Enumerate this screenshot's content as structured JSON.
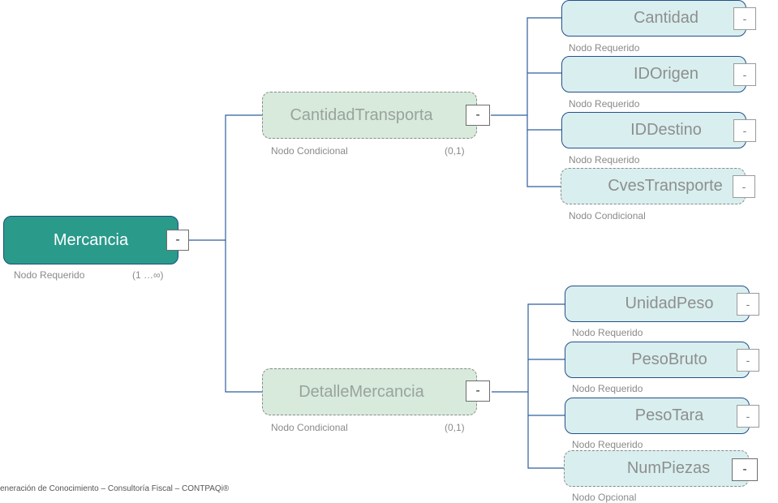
{
  "root": {
    "label": "Mercancia",
    "caption": "Nodo Requerido",
    "cardinality": "(1 …∞)",
    "toggle": "-"
  },
  "mid_nodes": [
    {
      "label": "CantidadTransporta",
      "caption": "Nodo Condicional",
      "cardinality": "(0,1)",
      "toggle": "-"
    },
    {
      "label": "DetalleMercancia",
      "caption": "Nodo Condicional",
      "cardinality": "(0,1)",
      "toggle": "-"
    }
  ],
  "leaf_nodes_top": [
    {
      "label": "Cantidad",
      "caption": "Nodo Requerido",
      "toggle": "-"
    },
    {
      "label": "IDOrigen",
      "caption": "Nodo Requerido",
      "toggle": "-"
    },
    {
      "label": "IDDestino",
      "caption": "Nodo Requerido",
      "toggle": "-"
    },
    {
      "label": "CvesTransporte",
      "caption": "Nodo Condicional",
      "toggle": "-"
    }
  ],
  "leaf_nodes_bottom": [
    {
      "label": "UnidadPeso",
      "caption": "Nodo Requerido",
      "toggle": "-"
    },
    {
      "label": "PesoBruto",
      "caption": "Nodo Requerido",
      "toggle": "-"
    },
    {
      "label": "PesoTara",
      "caption": "Nodo Requerido",
      "toggle": "-"
    },
    {
      "label": "NumPiezas",
      "caption": "Nodo Opcional",
      "toggle": "-"
    }
  ],
  "footer": "eneración de Conocimiento – Consultoría Fiscal – CONTPAQi®",
  "colors": {
    "root": "#2a9a8b",
    "connector": "#2f5f9e",
    "leaf_fill": "#d9efef",
    "mid_fill": "#d7eadb"
  }
}
